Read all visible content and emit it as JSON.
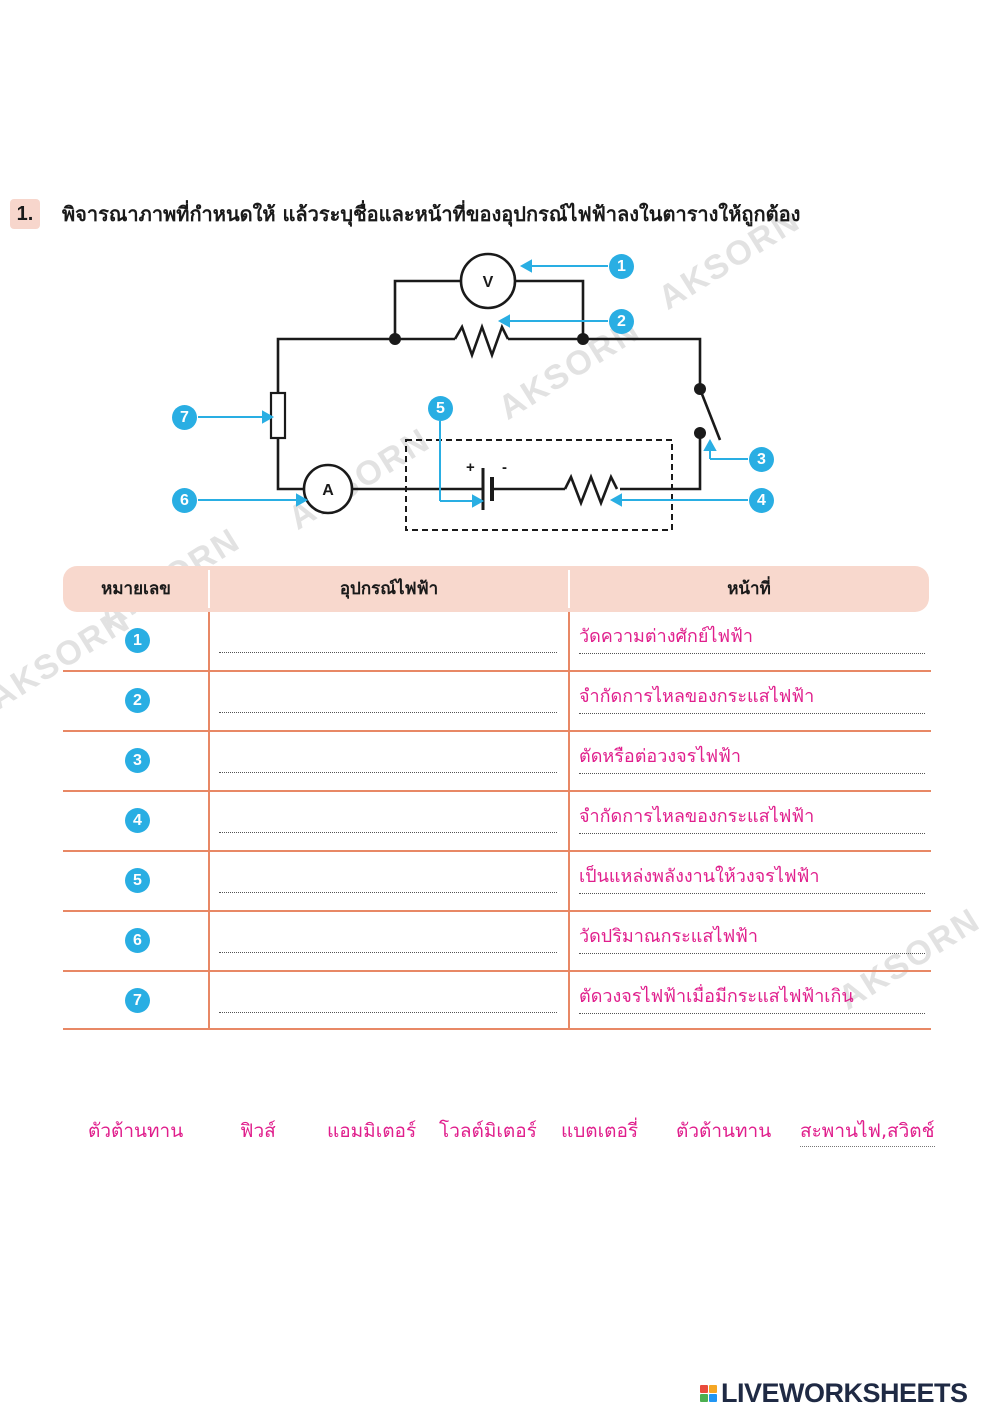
{
  "question": {
    "number": "1.",
    "text": "พิจารณาภาพที่กำหนดให้ แล้วระบุชื่อและหน้าที่ของอุปกรณ์ไฟฟ้าลงในตารางให้ถูกต้อง"
  },
  "circuit": {
    "voltmeter_symbol": "V",
    "ammeter_symbol": "A",
    "battery_plus": "+",
    "battery_minus": "-",
    "callouts": [
      "1",
      "2",
      "3",
      "4",
      "5",
      "6",
      "7"
    ]
  },
  "watermark": {
    "brand": "AKSORN"
  },
  "table": {
    "headers": {
      "number": "หมายเลข",
      "device": "อุปกรณ์ไฟฟ้า",
      "function": "หน้าที่"
    },
    "rows": [
      {
        "number": "1",
        "function": "วัดความต่างศักย์ไฟฟ้า"
      },
      {
        "number": "2",
        "function": "จำกัดการไหลของกระแสไฟฟ้า"
      },
      {
        "number": "3",
        "function": "ตัดหรือต่อวงจรไฟฟ้า"
      },
      {
        "number": "4",
        "function": "จำกัดการไหลของกระแสไฟฟ้า"
      },
      {
        "number": "5",
        "function": "เป็นแหล่งพลังงานให้วงจรไฟฟ้า"
      },
      {
        "number": "6",
        "function": "วัดปริมาณกระแสไฟฟ้า"
      },
      {
        "number": "7",
        "function": "ตัดวงจรไฟฟ้าเมื่อมีกระแสไฟฟ้าเกิน"
      }
    ]
  },
  "word_bank": [
    "ตัวต้านทาน",
    "ฟิวส์",
    "แอมมิเตอร์",
    "โวลต์มิเตอร์",
    "แบตเตอรี่",
    "ตัวต้านทาน",
    "สะพานไฟ,สวิตช์"
  ],
  "footer": {
    "brand": "LIVEWORKSHEETS"
  },
  "colors": {
    "badge": "#29aee3",
    "answer_text": "#e01e8c",
    "table_line": "#e88865",
    "header_fill": "#f8d8cd",
    "logo": [
      "#e94b3c",
      "#f5a623",
      "#4caf50",
      "#2196f3"
    ]
  }
}
